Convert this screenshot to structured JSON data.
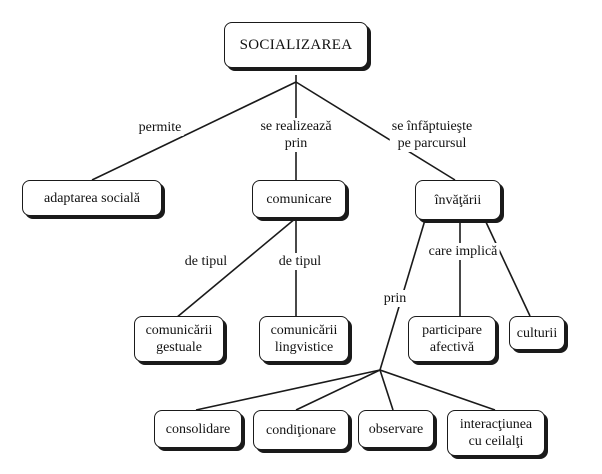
{
  "nodes": {
    "root": "SOCIALIZAREA",
    "adaptarea": "adaptarea socială",
    "comunicare": "comunicare",
    "invatarii": "învăţării",
    "gestuale": "comunicării\ngestuale",
    "lingvistice": "comunicării\nlingvistice",
    "afectiva": "participare\nafectivă",
    "culturii": "culturii",
    "consolidare": "consolidare",
    "conditionare": "condiţionare",
    "observare": "observare",
    "interactiunea": "interacţiunea\ncu ceilalţi"
  },
  "labels": {
    "permite": "permite",
    "se_realizeaza": "se realizează\nprin",
    "se_infaptuieste": "se înfăptuieşte\npe parcursul",
    "de_tipul_1": "de tipul",
    "de_tipul_2": "de tipul",
    "care_implica": "care implică",
    "prin": "prin"
  }
}
